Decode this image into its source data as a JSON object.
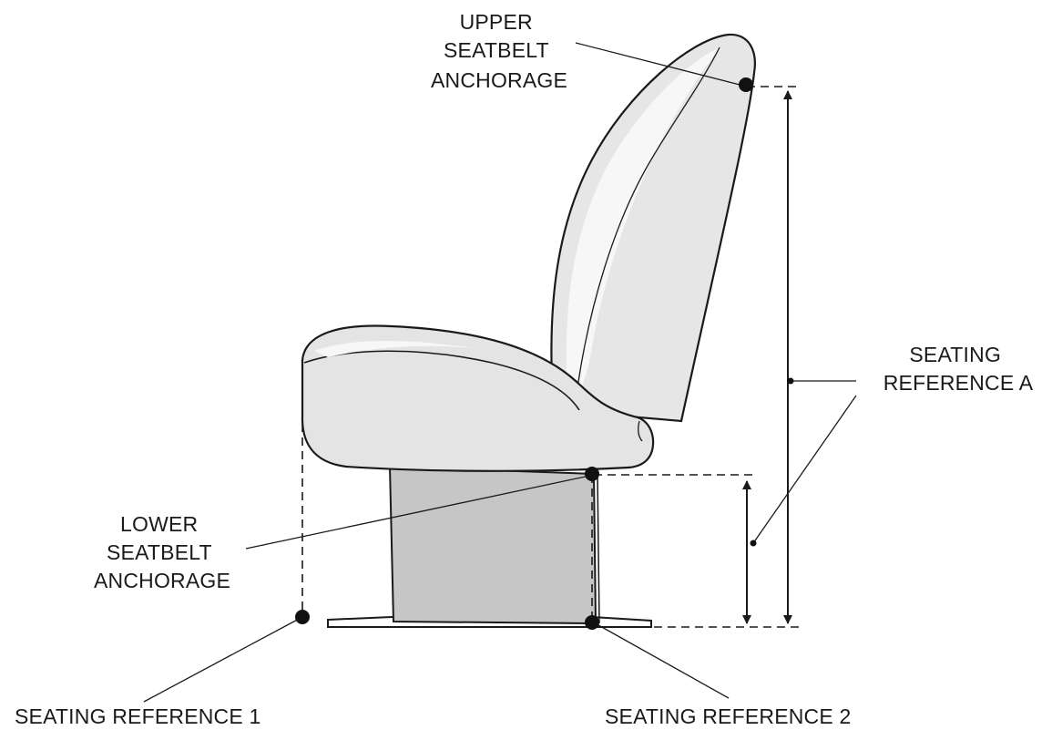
{
  "labels": {
    "upper_anchorage": [
      "UPPER",
      "SEATBELT",
      "ANCHORAGE"
    ],
    "lower_anchorage": [
      "LOWER",
      "SEATBELT",
      "ANCHORAGE"
    ],
    "seating_reference_a": [
      "SEATING",
      "REFERENCE A"
    ],
    "seating_reference_1": "SEATING REFERENCE 1",
    "seating_reference_2": "SEATING REFERENCE 2"
  },
  "colors": {
    "ink": "#1a1a1a",
    "seat_fill": "#e4e4e4",
    "seat_highlight": "#f6f6f6",
    "pedestal_fill": "#c6c6c6"
  }
}
